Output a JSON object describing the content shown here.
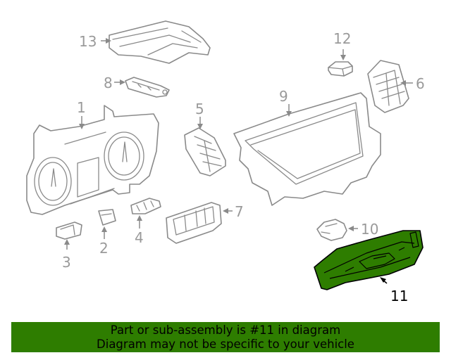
{
  "callouts": {
    "c1": "1",
    "c2": "2",
    "c3": "3",
    "c4": "4",
    "c5": "5",
    "c6": "6",
    "c7": "7",
    "c8": "8",
    "c9": "9",
    "c10": "10",
    "c11": "11",
    "c12": "12",
    "c13": "13"
  },
  "highlight": {
    "part_number": "11",
    "color": "#2e7d00"
  },
  "banner": {
    "line1": "Part or sub-assembly is #11 in diagram",
    "line2": "Diagram may not be specific to your vehicle",
    "background": "#2e7d00"
  }
}
